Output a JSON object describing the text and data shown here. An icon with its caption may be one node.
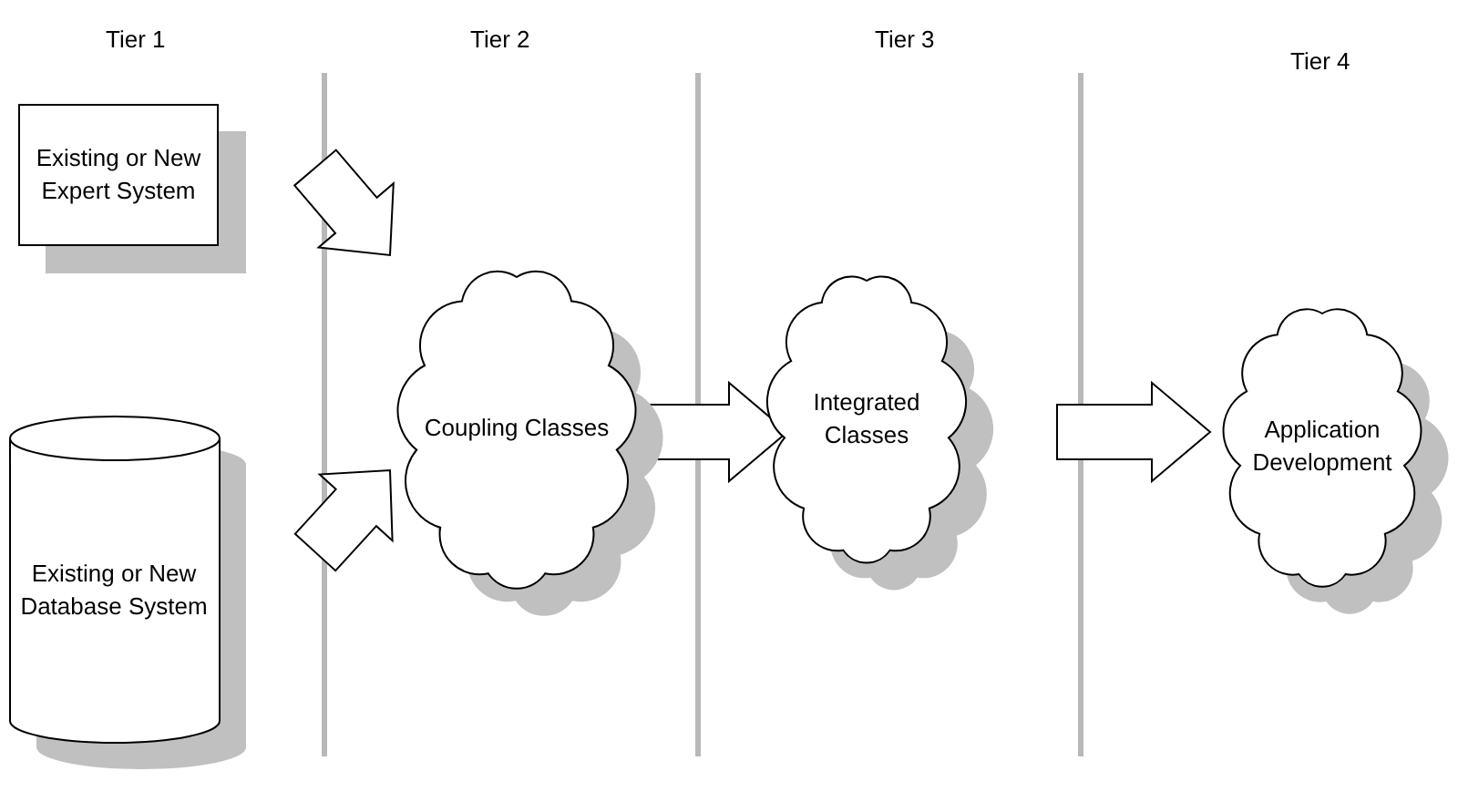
{
  "diagram": {
    "nodes": [
      {
        "text": [
          "Existing or New Expert System"
        ]
      },
      {
        "text": [
          "Existing or New Database System"
        ]
      },
      {
        "text": [
          "Coupling Classes"
        ]
      },
      {
        "text": [
          "Integrated Classes"
        ]
      },
      {
        "text": [
          "Application Development"
        ]
      }
    ],
    "edges": [
      {
        "from": 0,
        "to": 2,
        "arrow": "to"
      },
      {
        "from": 1,
        "to": 2,
        "arrow": "to"
      },
      {
        "from": 2,
        "to": 3,
        "arrow": "to"
      },
      {
        "from": 3,
        "to": 4,
        "arrow": "to"
      }
    ],
    "labels": [
      "Tier 1",
      "Tier 2",
      "Tier 3",
      "Tier 4"
    ]
  }
}
